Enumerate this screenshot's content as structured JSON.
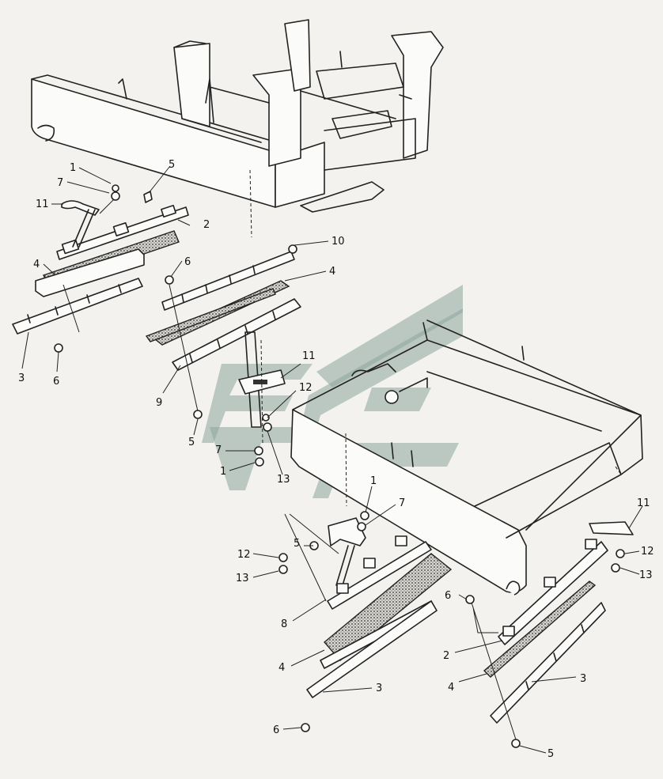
{
  "diagram": {
    "style": "exploded-parts-view",
    "colors": {
      "line": "#222222",
      "background": "#f3f2ee",
      "watermark": "#8da69e"
    },
    "callouts": [
      {
        "id": "c1a",
        "text": "1"
      },
      {
        "id": "c7a",
        "text": "7"
      },
      {
        "id": "c5a",
        "text": "5"
      },
      {
        "id": "c11a",
        "text": "11"
      },
      {
        "id": "c2a",
        "text": "2"
      },
      {
        "id": "c4a",
        "text": "4"
      },
      {
        "id": "c3a",
        "text": "3"
      },
      {
        "id": "c6a",
        "text": "6"
      },
      {
        "id": "c10a",
        "text": "10"
      },
      {
        "id": "c6b",
        "text": "6"
      },
      {
        "id": "c4b",
        "text": "4"
      },
      {
        "id": "c9a",
        "text": "9"
      },
      {
        "id": "c11b",
        "text": "11"
      },
      {
        "id": "c12a",
        "text": "12"
      },
      {
        "id": "c5b",
        "text": "5"
      },
      {
        "id": "c7b",
        "text": "7"
      },
      {
        "id": "c1b",
        "text": "1"
      },
      {
        "id": "c13a",
        "text": "13"
      },
      {
        "id": "c1c",
        "text": "1"
      },
      {
        "id": "c7c",
        "text": "7"
      },
      {
        "id": "c5c",
        "text": "5"
      },
      {
        "id": "c12b",
        "text": "12"
      },
      {
        "id": "c13b",
        "text": "13"
      },
      {
        "id": "c8a",
        "text": "8"
      },
      {
        "id": "c4c",
        "text": "4"
      },
      {
        "id": "c6c",
        "text": "6"
      },
      {
        "id": "c3b",
        "text": "3"
      },
      {
        "id": "c6d",
        "text": "6"
      },
      {
        "id": "c2b",
        "text": "2"
      },
      {
        "id": "c4d",
        "text": "4"
      },
      {
        "id": "c3c",
        "text": "3"
      },
      {
        "id": "c5d",
        "text": "5"
      },
      {
        "id": "c11c",
        "text": "11"
      },
      {
        "id": "c12c",
        "text": "12"
      },
      {
        "id": "c13c",
        "text": "13"
      }
    ]
  }
}
